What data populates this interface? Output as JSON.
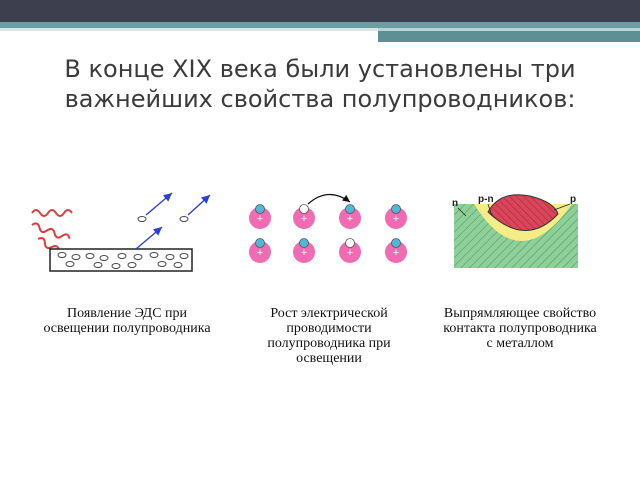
{
  "slide": {
    "title": "В конце XIX века были установлены три важнейших свойства полупроводников:"
  },
  "figures": [
    {
      "caption": "Появление ЭДС при освещении полупроводника"
    },
    {
      "caption": "Рост электрической проводимости полупроводника при освещении",
      "plus_sign": "+"
    },
    {
      "caption": "Выпрямляющее свойство контакта полупроводника с металлом",
      "labels": {
        "n": "n",
        "pn": "p-n",
        "p": "p"
      }
    }
  ],
  "colors": {
    "title_text": "#3b3b3b",
    "accent_blue": "#2a3fd6",
    "wave_red": "#e03b3b",
    "ion_pink": "#f06bb2",
    "electron_cyan": "#4fb8d8",
    "p_region": "#d9455a",
    "depletion": "#f4ec86",
    "n_region": "#8fd09a"
  }
}
